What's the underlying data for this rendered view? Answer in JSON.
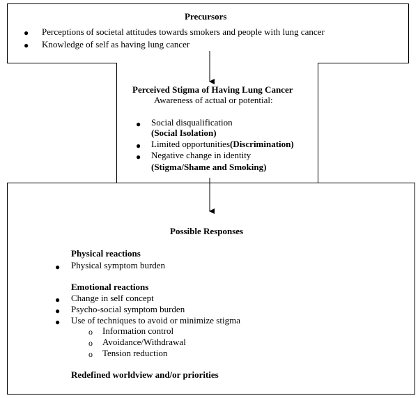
{
  "precursors": {
    "title": "Precursors",
    "items": [
      "Perceptions of societal attitudes towards smokers and  people with lung cancer",
      "Knowledge of self as having lung cancer"
    ]
  },
  "stigma": {
    "title": "Perceived Stigma of Having Lung Cancer",
    "subtitle": "Awareness of actual or potential:",
    "items": [
      {
        "text": "Social disqualification",
        "emphasis": "(Social Isolation)"
      },
      {
        "text": "Limited opportunities",
        "emphasis": "(Discrimination)"
      },
      {
        "text": "Negative change in identity",
        "emphasis": "(Stigma/Shame and Smoking)"
      }
    ]
  },
  "responses": {
    "title": "Possible Responses",
    "physical": {
      "heading": "Physical reactions",
      "items": [
        "Physical symptom burden"
      ]
    },
    "emotional": {
      "heading": "Emotional reactions",
      "items": [
        "Change in self concept",
        "Psycho-social symptom burden",
        "Use of techniques to avoid or minimize stigma"
      ],
      "subitems": [
        "Information control",
        "Avoidance/Withdrawal",
        "Tension reduction"
      ]
    },
    "closing": "Redefined worldview and/or priorities"
  },
  "symbols": {
    "bullet": "●",
    "sub_bullet": "o"
  }
}
